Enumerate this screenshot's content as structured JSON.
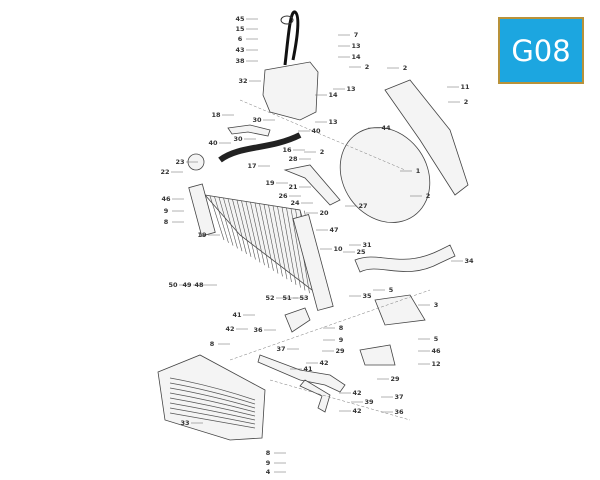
{
  "badge": {
    "code": "G08",
    "fill_color": "#1ca6e0",
    "border_color": "#b8923a"
  },
  "callouts": [
    "45",
    "15",
    "6",
    "43",
    "38",
    "32",
    "7",
    "13",
    "14",
    "13",
    "14",
    "13",
    "18",
    "30",
    "30",
    "40",
    "16",
    "40",
    "2",
    "2",
    "11",
    "2",
    "44",
    "1",
    "2",
    "23",
    "22",
    "17",
    "28",
    "19",
    "21",
    "26",
    "27",
    "46",
    "9",
    "8",
    "24",
    "20",
    "47",
    "10",
    "25",
    "19",
    "50",
    "49",
    "48",
    "31",
    "34",
    "35",
    "5",
    "3",
    "5",
    "46",
    "12",
    "52",
    "51",
    "53",
    "41",
    "42",
    "36",
    "37",
    "8",
    "33",
    "8",
    "9",
    "4",
    "8",
    "9",
    "29",
    "29",
    "42",
    "41",
    "42",
    "39",
    "42",
    "37",
    "36",
    "2"
  ]
}
